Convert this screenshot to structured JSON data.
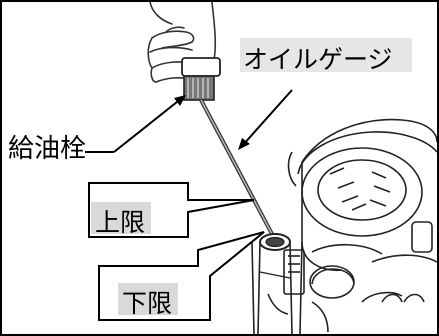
{
  "labels": {
    "oil_gauge": "オイルゲージ",
    "filler_cap": "給油栓",
    "upper_limit": "上限",
    "lower_limit": "下限"
  },
  "colors": {
    "line": "#000000",
    "callout_fill": "#ffffff",
    "label_highlight": "#d9d9d9"
  }
}
